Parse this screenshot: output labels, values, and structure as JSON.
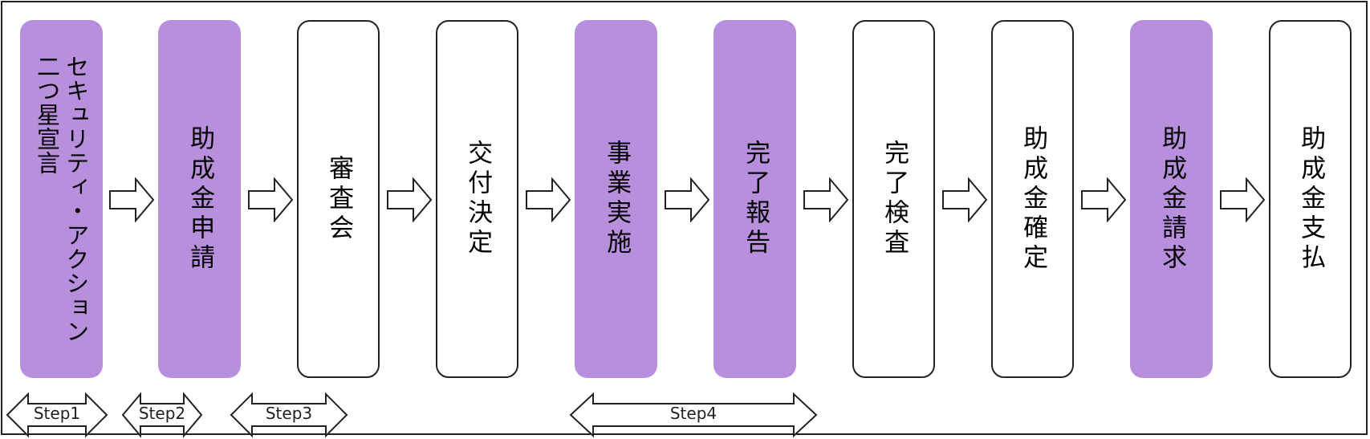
{
  "steps_flow": [
    {
      "label": "セキュリティ・アクション\n二つ星宣言",
      "style": "purple"
    },
    {
      "label": "助成金申請",
      "style": "purple"
    },
    {
      "label": "審査会",
      "style": "white"
    },
    {
      "label": "交付決定",
      "style": "white"
    },
    {
      "label": "事業実施",
      "style": "purple"
    },
    {
      "label": "完了報告",
      "style": "purple"
    },
    {
      "label": "完了検査",
      "style": "white"
    },
    {
      "label": "助成金確定",
      "style": "white"
    },
    {
      "label": "助成金請求",
      "style": "purple"
    },
    {
      "label": "助成金支払",
      "style": "white"
    }
  ],
  "phases": [
    {
      "label": "Step1"
    },
    {
      "label": "Step2"
    },
    {
      "label": "Step3"
    },
    {
      "label": "Step4"
    }
  ],
  "colors": {
    "highlight": "#b88fdc",
    "outline": "#222222"
  }
}
